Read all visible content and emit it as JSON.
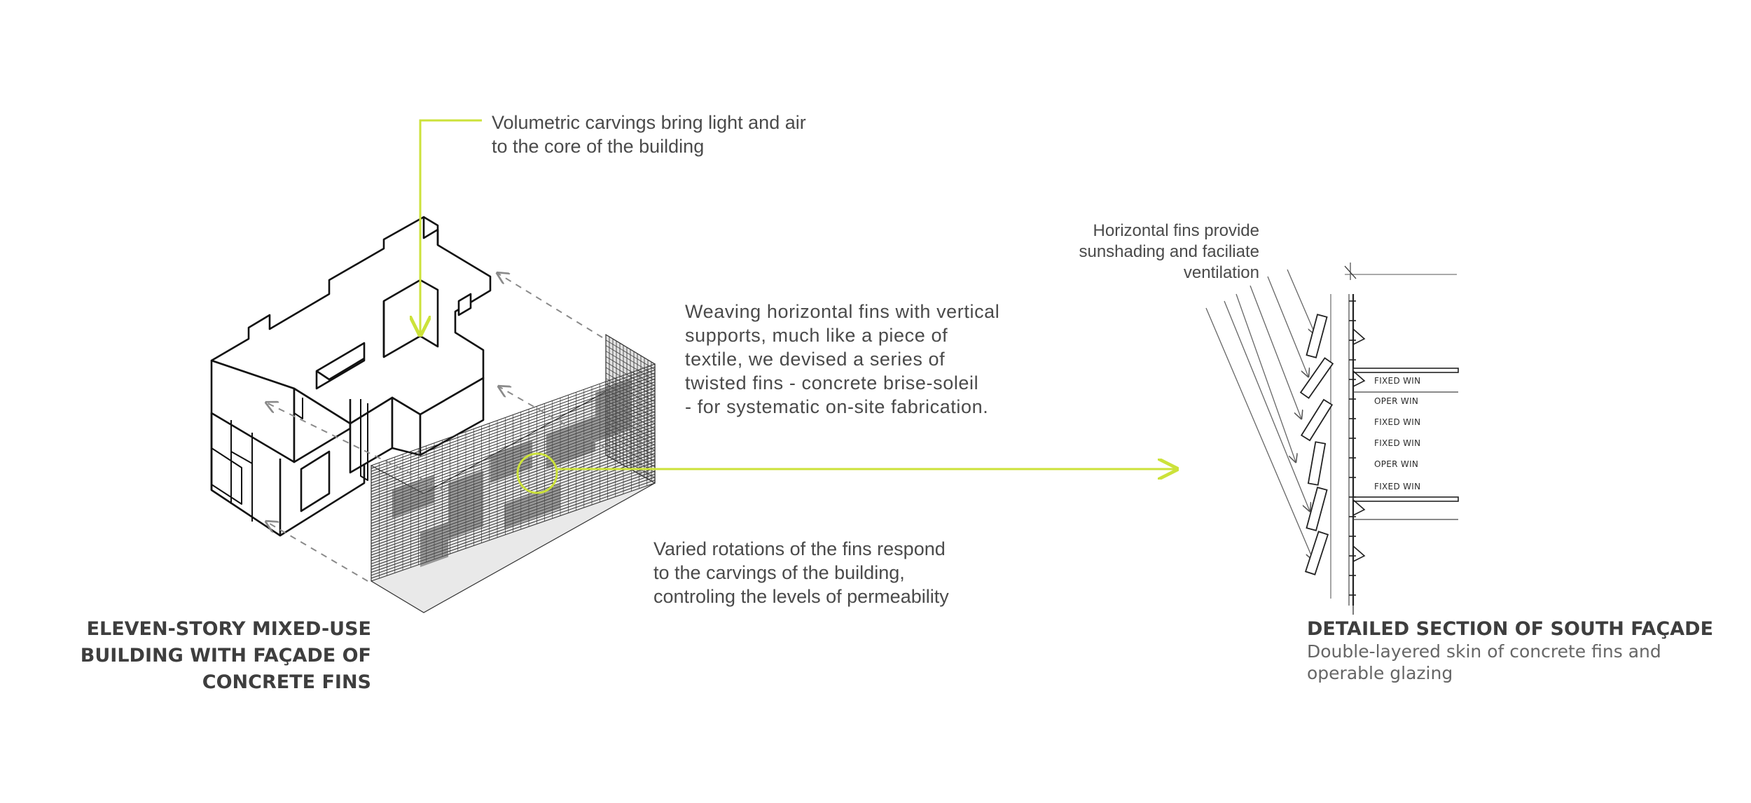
{
  "colors": {
    "accent": "#cce23a",
    "line": "#111111",
    "dashed": "#8a8a8a",
    "text": "#4a4a4a"
  },
  "notes": {
    "volumetric": [
      "Volumetric carvings bring light and air",
      "to the core of the building"
    ],
    "weaving": [
      "Weaving horizontal fins with vertical",
      "supports, much like a piece of",
      "textile, we devised a series of",
      "twisted fins - concrete brise-soleil",
      "- for systematic on-site fabrication."
    ],
    "rotations": [
      "Varied rotations of the fins respond",
      "to the carvings of the building,",
      "controling the levels of permeability"
    ],
    "horizontal_fins": [
      "Horizontal fins provide",
      "sunshading and faciliate",
      "ventilation"
    ]
  },
  "captions": {
    "building_title": [
      "ELEVEN-STORY MIXED-USE",
      "BUILDING WITH FAÇADE OF",
      "CONCRETE FINS"
    ],
    "section_title": "DETAILED SECTION OF SOUTH FAÇADE",
    "section_sub": [
      "Double-layered skin of concrete fins and",
      "operable glazing"
    ]
  },
  "section_labels": [
    "FIXED WIN",
    "OPER WIN",
    "FIXED WIN",
    "FIXED WIN",
    "OPER WIN",
    "FIXED WIN"
  ]
}
